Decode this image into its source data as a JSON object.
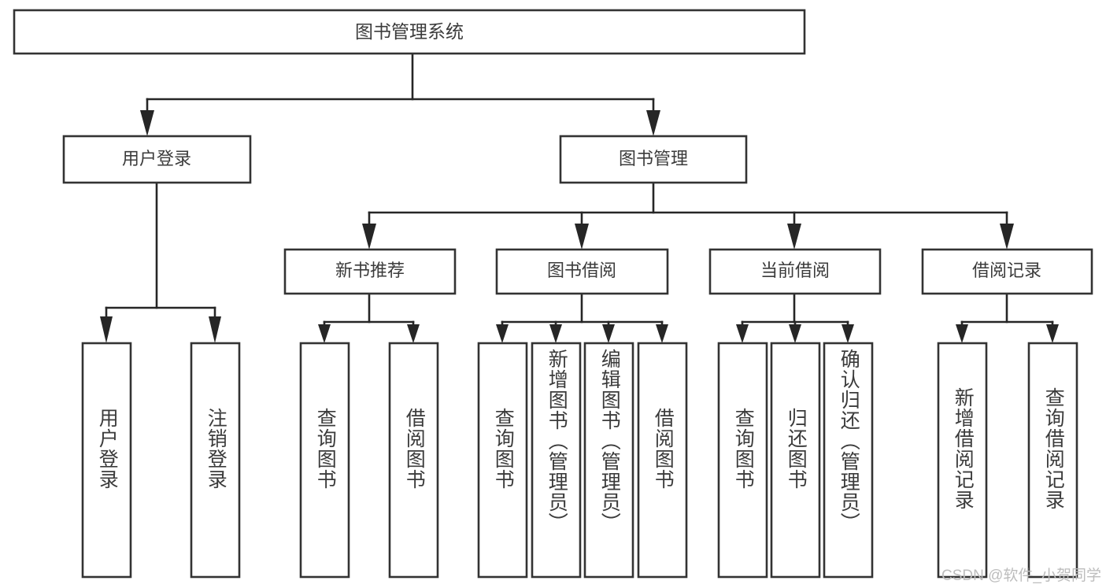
{
  "diagram": {
    "type": "tree",
    "title": "图书管理系统",
    "root": {
      "label": "图书管理系统"
    },
    "level2": [
      {
        "label": "用户登录"
      },
      {
        "label": "图书管理"
      }
    ],
    "level3": [
      {
        "label": "新书推荐"
      },
      {
        "label": "图书借阅"
      },
      {
        "label": "当前借阅"
      },
      {
        "label": "借阅记录"
      }
    ],
    "leaves": {
      "user_login": [
        {
          "label": "用户登录"
        },
        {
          "label": "注销登录"
        }
      ],
      "new_book_recommend": [
        {
          "label": "查询图书"
        },
        {
          "label": "借阅图书"
        }
      ],
      "book_borrow": [
        {
          "label": "查询图书"
        },
        {
          "label": "新增图书（管理员）"
        },
        {
          "label": "编辑图书（管理员）"
        },
        {
          "label": "借阅图书"
        }
      ],
      "current_borrow": [
        {
          "label": "查询图书"
        },
        {
          "label": "归还图书"
        },
        {
          "label": "确认归还（管理员）"
        }
      ],
      "borrow_record": [
        {
          "label": "新增借阅记录"
        },
        {
          "label": "查询借阅记录"
        }
      ]
    }
  },
  "watermark": {
    "text": "CSDN @软件_小贺同学"
  },
  "colors": {
    "box_stroke": "#333333",
    "connector": "#262626",
    "text": "#3b3b3b",
    "background": "#ffffff",
    "watermark": "#bdbdbd"
  }
}
